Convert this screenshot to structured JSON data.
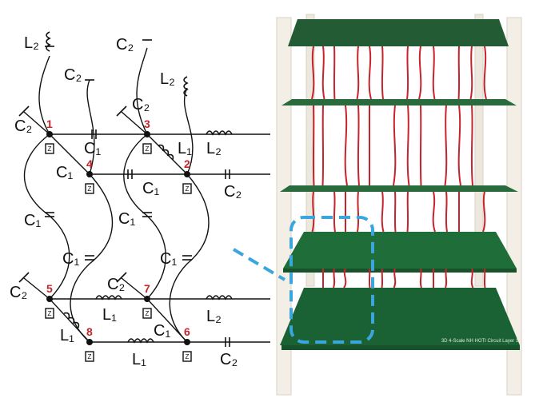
{
  "circuit": {
    "node_labels": [
      "1",
      "2",
      "3",
      "4",
      "5",
      "6",
      "7",
      "8"
    ],
    "node_color": "#c0262c",
    "ground_box_symbol": "Z",
    "component_labels": {
      "L2_top_left": "L₂",
      "C2_top_left": "C₂",
      "C2_top_mid": "C₂",
      "L2_top_mid": "L₂",
      "C2_near_3": "C₂",
      "C2_left_1": "C₂",
      "C1_1_3": "C₁",
      "C1_1_4": "C₁",
      "L1_3_2": "L₁",
      "L2_right_3": "L₂",
      "C1_4_2": "C₁",
      "C2_right_2": "C₂",
      "C1_left_mid": "C₁",
      "C1_midleft": "C₁",
      "C1_midcenter": "C₁",
      "C1_midright": "C₁",
      "C2_left_5": "C₂",
      "C2_near_7": "C₂",
      "L1_5_7": "L₁",
      "L2_right_7": "L₂",
      "L1_5_8": "L₁",
      "C1_7_6": "C₁",
      "L1_8_6": "L₁",
      "C2_right_6": "C₂"
    }
  },
  "hardware": {
    "board_text": "3D 4-Scale NH HOTI Circuit Layer 1",
    "highlight_color": "#3aa6dd",
    "board_color": "#1f6e3a",
    "wire_color": "#c8232b",
    "post_color": "#eeeae0"
  }
}
